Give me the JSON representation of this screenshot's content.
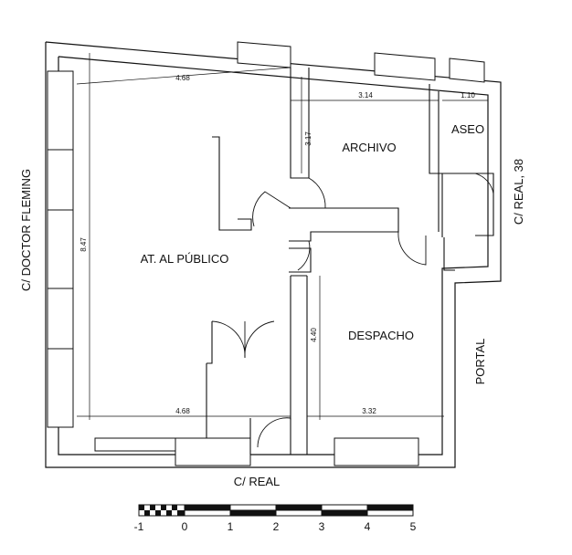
{
  "rooms": {
    "public": "AT. AL PÚBLICO",
    "archive": "ARCHIVO",
    "toilet": "ASEO",
    "office": "DESPACHO",
    "portal": "PORTAL"
  },
  "streets": {
    "left": "C/ DOCTOR FLEMING",
    "right": "C/ REAL, 38",
    "bottom": "C/ REAL"
  },
  "dimensions": {
    "top_public": "4.68",
    "archive_width": "3.14",
    "toilet_width": "1.10",
    "archive_depth": "3.17",
    "public_depth": "8.47",
    "office_depth": "4.40",
    "bottom_public": "4.68",
    "office_width": "3.32"
  },
  "scale_bar": {
    "labels": [
      "-1",
      "0",
      "1",
      "2",
      "3",
      "4",
      "5"
    ]
  }
}
